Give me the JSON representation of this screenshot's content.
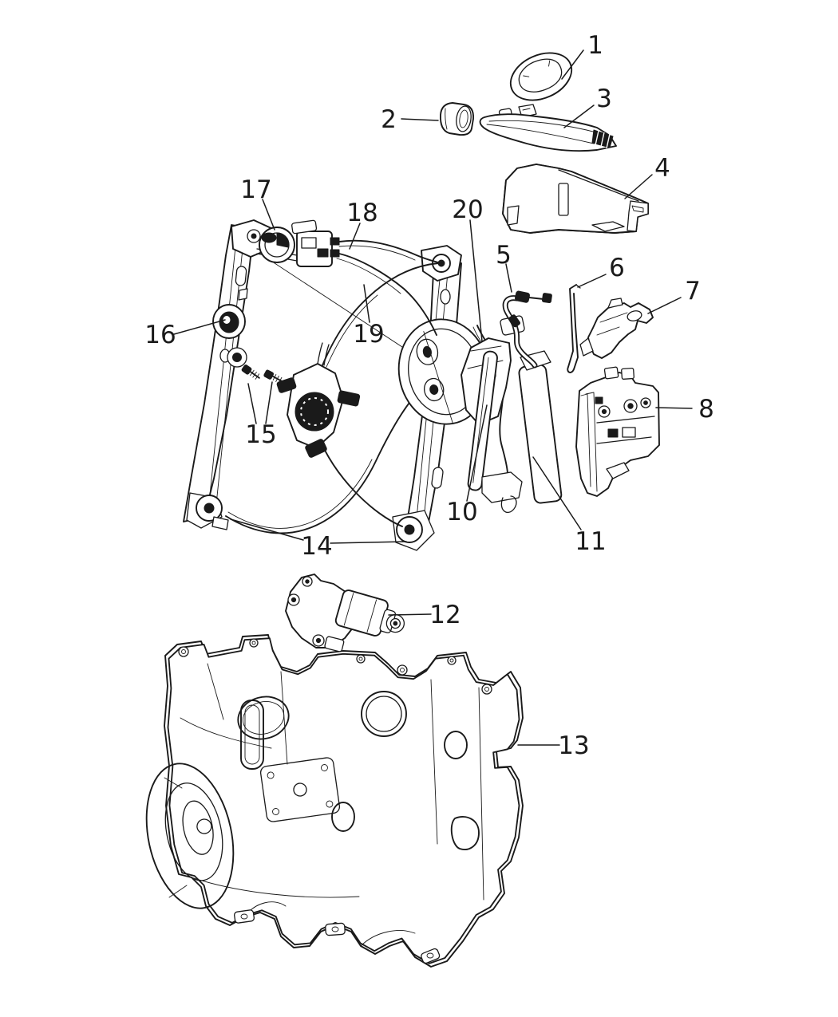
{
  "diagram": {
    "background_color": "#ffffff",
    "line_color": "#1a1a1a",
    "callouts": [
      {
        "label": "1"
      },
      {
        "label": "2"
      },
      {
        "label": "3"
      },
      {
        "label": "4"
      },
      {
        "label": "5"
      },
      {
        "label": "6"
      },
      {
        "label": "7"
      },
      {
        "label": "8"
      },
      {
        "label": "10"
      },
      {
        "label": "11"
      },
      {
        "label": "12"
      },
      {
        "label": "13"
      },
      {
        "label": "14"
      },
      {
        "label": "15"
      },
      {
        "label": "16"
      },
      {
        "label": "17"
      },
      {
        "label": "18"
      },
      {
        "label": "19"
      },
      {
        "label": "20"
      }
    ]
  }
}
